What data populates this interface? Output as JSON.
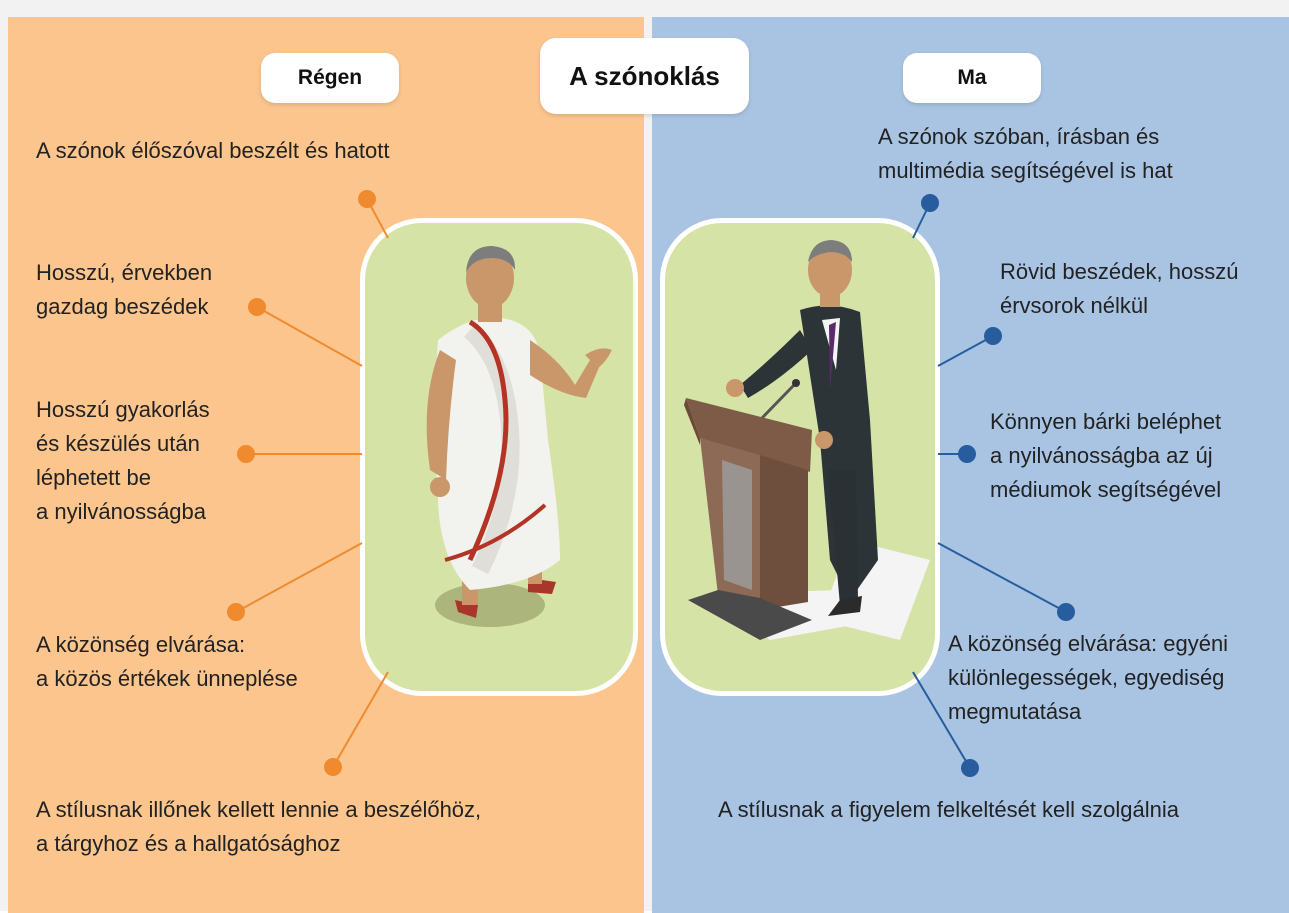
{
  "title": "A szónoklás",
  "left": {
    "label": "Régen",
    "items": [
      "A szónok élőszóval beszélt és hatott",
      "Hosszú, érvekben\ngazdag beszédek",
      "Hosszú gyakorlás\nés készülés után\nléphetett be\na nyilvánosságba",
      "A közönség elvárása:\na közös értékek ünneplése",
      "A stílusnak illőnek kellett lennie a beszélőhöz,\na tárgyhoz és a hallgatósághoz"
    ],
    "dot_color": "#ef8a2e",
    "image": "roman-orator-in-toga"
  },
  "right": {
    "label": "Ma",
    "items": [
      "A szónok szóban, írásban és\nmultimédia segítségével is hat",
      "Rövid beszédek, hosszú\nérvsorok nélkül",
      "Könnyen bárki beléphet\na nyilvánosságba az új\nmédiumok segítségével",
      "A közönség elvárása: egyéni\nkülönlegességek, egyediség\nmegmutatása",
      "A stílusnak a figyelem felkeltését kell szolgálnia"
    ],
    "dot_color": "#275d9e",
    "image": "modern-speaker-at-podium"
  }
}
